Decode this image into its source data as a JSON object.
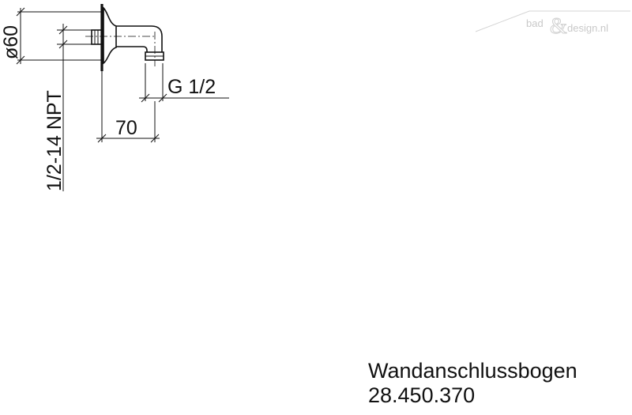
{
  "drawing": {
    "dimensions": {
      "diameter": "ø60",
      "thread_inlet": "1/2-14 NPT",
      "thread_outlet": "G 1/2",
      "length": "70"
    }
  },
  "watermark": {
    "left": "bad",
    "amp": "&",
    "right": "design.nl"
  },
  "product": {
    "name": "Wandanschlussbogen",
    "number": "28.450.370"
  }
}
